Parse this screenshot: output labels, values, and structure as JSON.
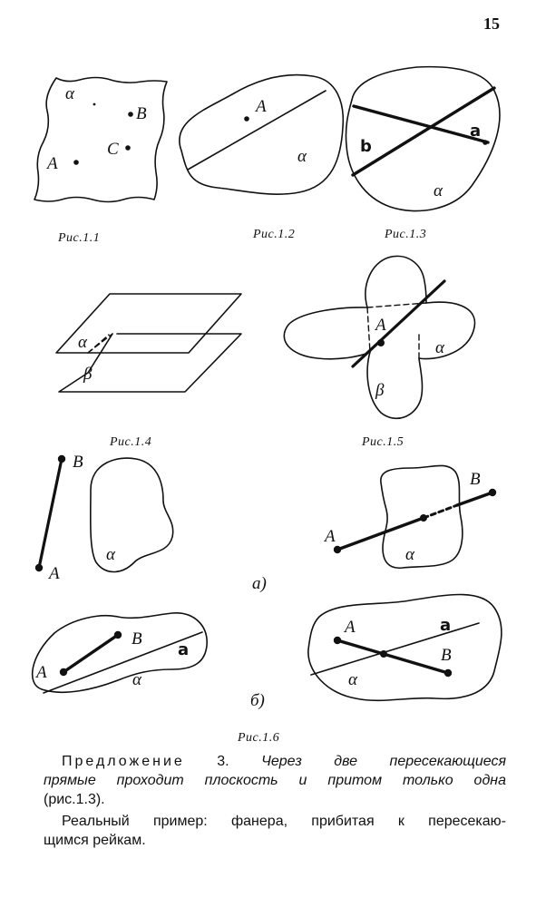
{
  "page_number": "15",
  "captions": {
    "fig1_1": "Рис.1.1",
    "fig1_2": "Рис.1.2",
    "fig1_3": "Рис.1.3",
    "fig1_4": "Рис.1.4",
    "fig1_5": "Рис.1.5",
    "fig1_6": "Рис.1.6"
  },
  "labels": {
    "alpha": "α",
    "beta": "β",
    "A": "A",
    "B": "B",
    "C": "C",
    "a": "a",
    "b": "b",
    "part_a": "а)",
    "part_b": "б)"
  },
  "text": {
    "proposal_word": "Предложение",
    "proposal_number": "3.",
    "proposal_line1": "Через две пересекающиеся",
    "proposal_line2": "прямые проходит плоскость и притом только одна",
    "proposal_ref": "(рис.1.3).",
    "example_line1": "Реальный пример: фанера, прибитая к пересекаю-",
    "example_line2": "щимся рейкам."
  }
}
